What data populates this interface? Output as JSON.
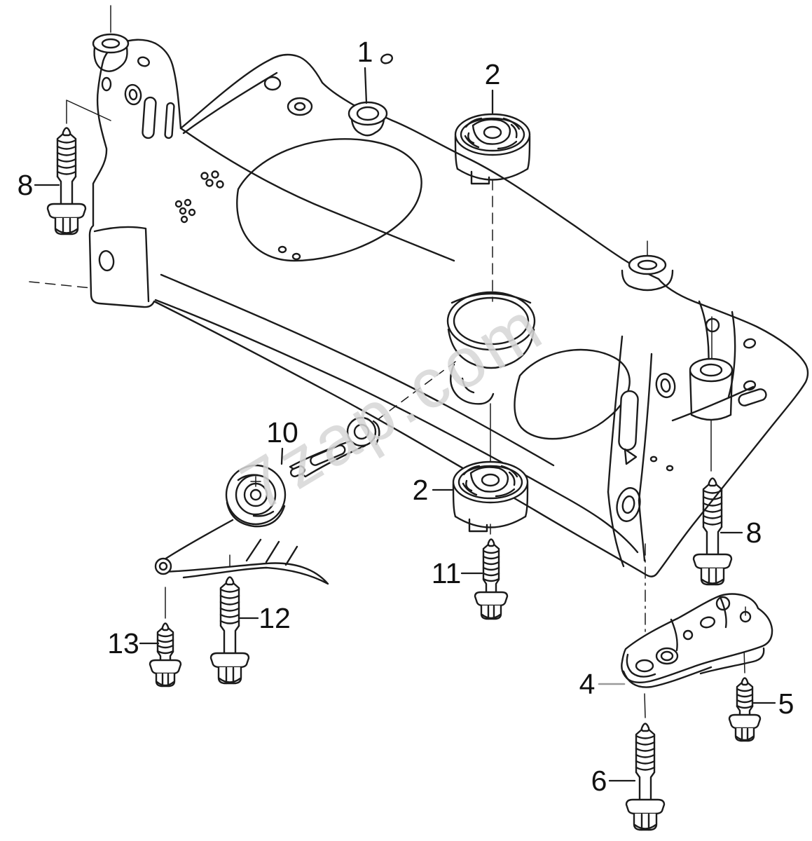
{
  "diagram": {
    "type": "exploded-parts-line-drawing",
    "background_color": "#ffffff",
    "line_color": "#1b1b1b",
    "watermark": {
      "text": "7zap.com",
      "color": "#d7d7d7"
    },
    "callouts": [
      {
        "label": "1"
      },
      {
        "label": "2"
      },
      {
        "label": "2"
      },
      {
        "label": "4"
      },
      {
        "label": "5"
      },
      {
        "label": "6"
      },
      {
        "label": "8"
      },
      {
        "label": "8"
      },
      {
        "label": "10"
      },
      {
        "label": "11"
      },
      {
        "label": "12"
      },
      {
        "label": "13"
      }
    ]
  }
}
